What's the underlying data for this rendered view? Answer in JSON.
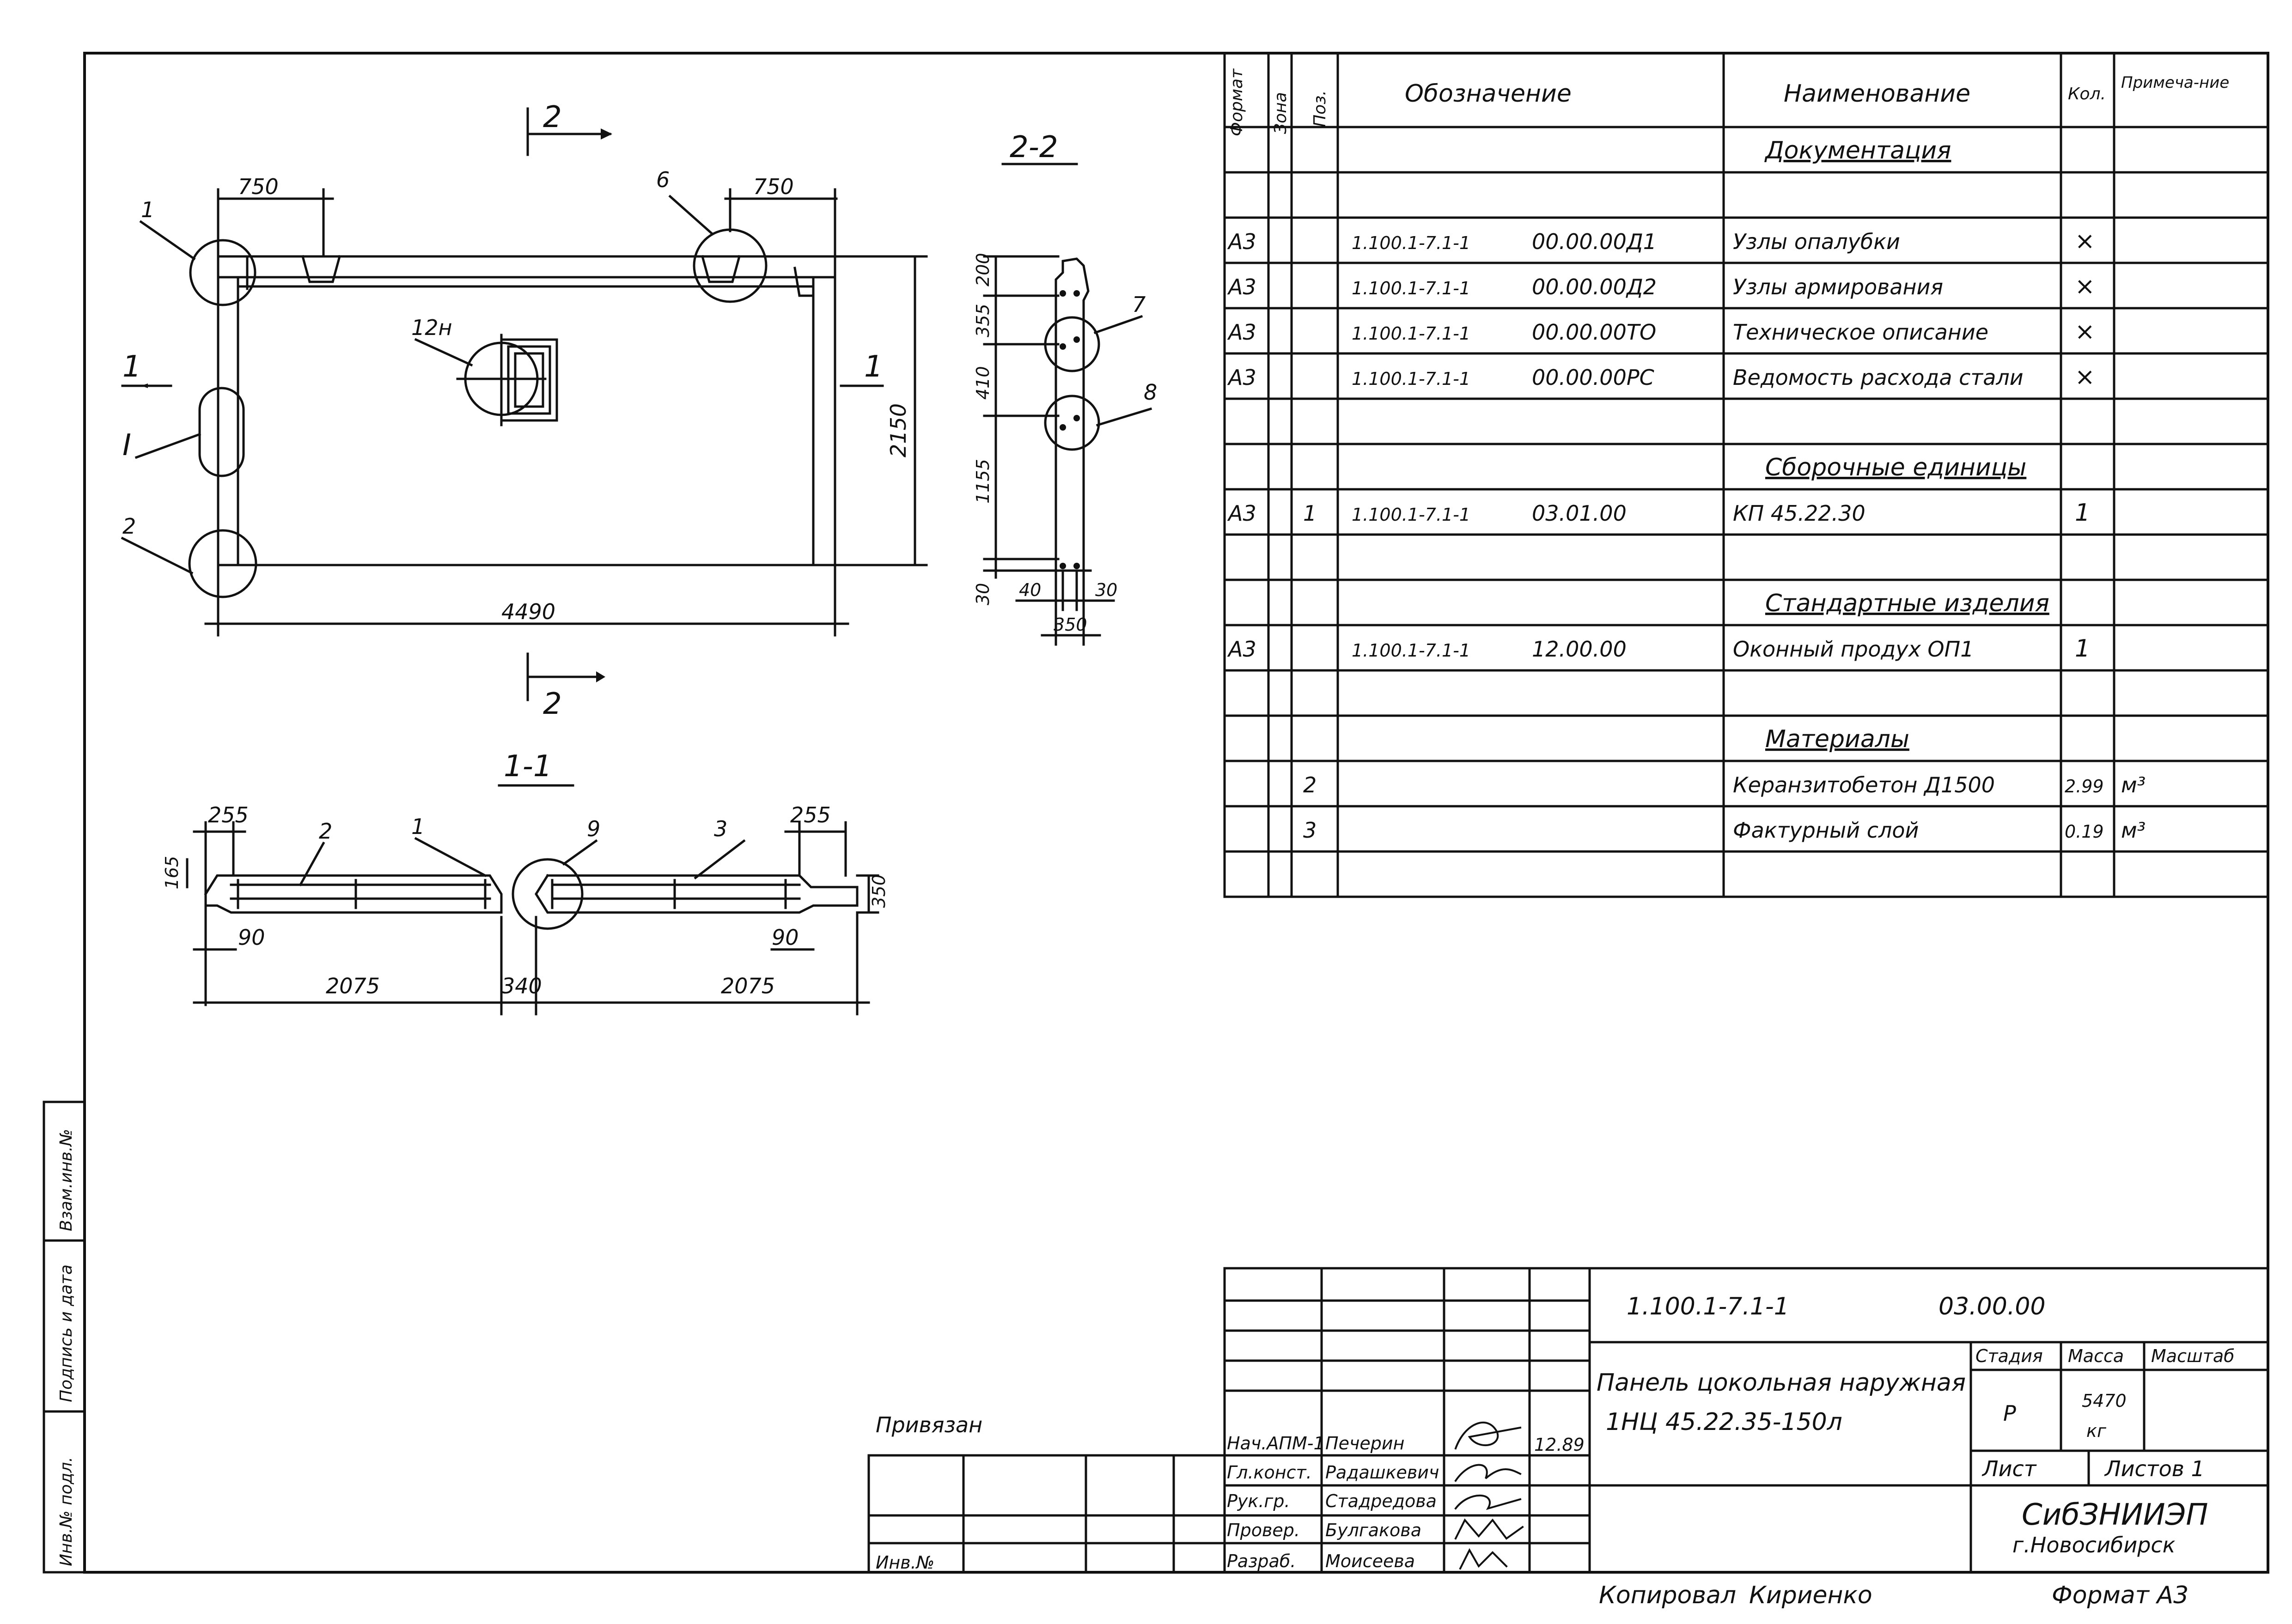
{
  "spec": {
    "headers": {
      "format": "Формат",
      "zone": "Зона",
      "pos": "Поз.",
      "designation": "Обозначение",
      "name": "Наименование",
      "qty": "Кол.",
      "note": "Примеча-ние"
    },
    "rows": [
      {
        "format": "",
        "pos": "",
        "code": "",
        "suffix": "",
        "name": "Документация",
        "qty": "",
        "note": "",
        "section": true
      },
      {
        "format": "",
        "pos": "",
        "code": "",
        "suffix": "",
        "name": "",
        "qty": "",
        "note": "",
        "section": false
      },
      {
        "format": "А3",
        "pos": "",
        "code": "1.100.1-7.1-1",
        "suffix": "00.00.00Д1",
        "name": "Узлы опалубки",
        "qty": "×",
        "note": "",
        "section": false
      },
      {
        "format": "А3",
        "pos": "",
        "code": "1.100.1-7.1-1",
        "suffix": "00.00.00Д2",
        "name": "Узлы армирования",
        "qty": "×",
        "note": "",
        "section": false
      },
      {
        "format": "А3",
        "pos": "",
        "code": "1.100.1-7.1-1",
        "suffix": "00.00.00ТО",
        "name": "Техническое описание",
        "qty": "×",
        "note": "",
        "section": false
      },
      {
        "format": "А3",
        "pos": "",
        "code": "1.100.1-7.1-1",
        "suffix": "00.00.00РС",
        "name": "Ведомость расхода стали",
        "qty": "×",
        "note": "",
        "section": false
      },
      {
        "format": "",
        "pos": "",
        "code": "",
        "suffix": "",
        "name": "",
        "qty": "",
        "note": "",
        "section": false
      },
      {
        "format": "",
        "pos": "",
        "code": "",
        "suffix": "",
        "name": "Сборочные единицы",
        "qty": "",
        "note": "",
        "section": true
      },
      {
        "format": "А3",
        "pos": "1",
        "code": "1.100.1-7.1-1",
        "suffix": "03.01.00",
        "name": "КП 45.22.30",
        "qty": "1",
        "note": "",
        "section": false
      },
      {
        "format": "",
        "pos": "",
        "code": "",
        "suffix": "",
        "name": "",
        "qty": "",
        "note": "",
        "section": false
      },
      {
        "format": "",
        "pos": "",
        "code": "",
        "suffix": "",
        "name": "Стандартные изделия",
        "qty": "",
        "note": "",
        "section": true
      },
      {
        "format": "А3",
        "pos": "",
        "code": "1.100.1-7.1-1",
        "suffix": "12.00.00",
        "name": "Оконный продух ОП1",
        "qty": "1",
        "note": "",
        "section": false
      },
      {
        "format": "",
        "pos": "",
        "code": "",
        "suffix": "",
        "name": "",
        "qty": "",
        "note": "",
        "section": false
      },
      {
        "format": "",
        "pos": "",
        "code": "",
        "suffix": "",
        "name": "Материалы",
        "qty": "",
        "note": "",
        "section": true
      },
      {
        "format": "",
        "pos": "2",
        "code": "",
        "suffix": "",
        "name": "Керанзитобетон Д1500",
        "qty": "2.99",
        "note": "м³",
        "section": false
      },
      {
        "format": "",
        "pos": "3",
        "code": "",
        "suffix": "",
        "name": "Фактурный слой",
        "qty": "0.19",
        "note": "м³",
        "section": false
      },
      {
        "format": "",
        "pos": "",
        "code": "",
        "suffix": "",
        "name": "",
        "qty": "",
        "note": "",
        "section": false
      }
    ]
  },
  "views": {
    "plan": {
      "section_mark": "2",
      "section_mark_bottom": "2",
      "section_left": "1",
      "section_right": "1",
      "dim_top_left": "750",
      "dim_top_right": "750",
      "dim_height": "2150",
      "dim_length": "4490",
      "callout_1": "1",
      "callout_2": "2",
      "callout_6": "6",
      "callout_12": "12н",
      "callout_I": "I"
    },
    "section11": {
      "title": "1-1",
      "d255_left": "255",
      "d255_right": "255",
      "d165": "165",
      "d350": "350",
      "d90_left": "90",
      "d90_right": "90",
      "d2075_left": "2075",
      "d2075_right": "2075",
      "d340": "340",
      "c1": "1",
      "c2": "2",
      "c3": "3",
      "c9": "9"
    },
    "section22": {
      "title": "2-2",
      "d200": "200",
      "d355": "355",
      "d410": "410",
      "d1155": "1155",
      "d30": "30",
      "d40": "40",
      "d30b": "30",
      "d350": "350",
      "c7": "7",
      "c8": "8"
    }
  },
  "side_stamp": {
    "inv_orig": "Инв.№ подл.",
    "sign_date": "Подпись и дата",
    "swap_inv": "Взам.инв.№"
  },
  "title_block": {
    "doc_code": "1.100.1-7.1-1",
    "doc_suffix": "03.00.00",
    "title_line1": "Панель цокольная наружная",
    "title_line2": "1НЦ 45.22.35-150л",
    "stage_label": "Стадия",
    "mass_label": "Масса",
    "scale_label": "Масштаб",
    "stage": "Р",
    "mass": "5470",
    "mass_unit": "кг",
    "sheet_label": "Лист",
    "sheets_label": "Листов 1",
    "org_line1": "СибЗНИИЭП",
    "org_line2": "г.Новосибирск",
    "bound_label": "Привязан",
    "inv_label": "Инв.№",
    "date": "12.89",
    "people": [
      {
        "role": "Нач.АПМ-1",
        "name": "Печерин"
      },
      {
        "role": "Гл.конст.",
        "name": "Радашкевич"
      },
      {
        "role": "Рук.гр.",
        "name": "Стадредова"
      },
      {
        "role": "Провер.",
        "name": "Булгакова"
      },
      {
        "role": "Разраб.",
        "name": "Моисеева"
      }
    ]
  },
  "footer": {
    "copied_label": "Копировал",
    "copied_name": "Кириенко",
    "format": "Формат А3"
  }
}
